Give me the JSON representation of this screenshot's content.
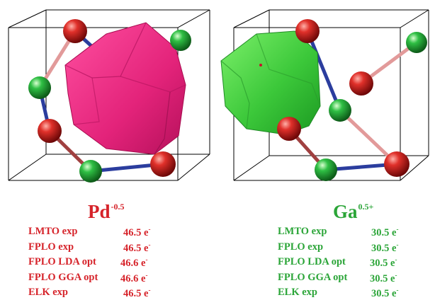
{
  "panels": [
    {
      "element": "Pd",
      "charge": "-0.5",
      "color": "#d6232a",
      "surface_color": "#e5297a",
      "rows": [
        {
          "method": "LMTO exp",
          "value": "46.5 e",
          "unit_sup": "-"
        },
        {
          "method": "FPLO exp",
          "value": "46.5 e",
          "unit_sup": "-"
        },
        {
          "method": "FPLO LDA opt",
          "value": "46.6 e",
          "unit_sup": "-"
        },
        {
          "method": "FPLO GGA opt",
          "value": "46.6 e",
          "unit_sup": "-"
        },
        {
          "method": "ELK exp",
          "value": "46.5 e",
          "unit_sup": "-"
        }
      ]
    },
    {
      "element": "Ga",
      "charge": "0.5+",
      "color": "#2ba538",
      "surface_color": "#3fc43a",
      "rows": [
        {
          "method": "LMTO exp",
          "value": "30.5 e",
          "unit_sup": "-"
        },
        {
          "method": "FPLO exp",
          "value": "30.5 e",
          "unit_sup": "-"
        },
        {
          "method": "FPLO LDA opt",
          "value": "30.5 e",
          "unit_sup": "-"
        },
        {
          "method": "FPLO GGA opt",
          "value": "30.5 e",
          "unit_sup": "-"
        },
        {
          "method": "ELK exp",
          "value": "30.5 e",
          "unit_sup": "-"
        }
      ]
    }
  ],
  "atom_colors": {
    "pd_atom": "#c41e1e",
    "ga_atom": "#22a33a",
    "bond_blue": "#2b3d9e",
    "bond_pink": "#e29a9a"
  }
}
